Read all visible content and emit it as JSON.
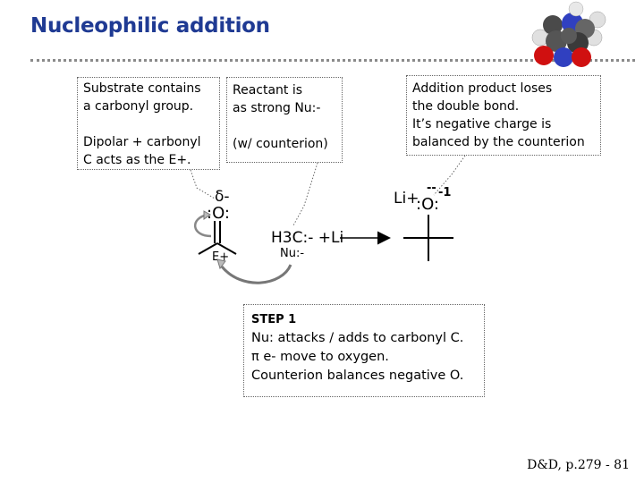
{
  "title": "Nucleophilic addition",
  "callouts": {
    "substrate": [
      "Substrate contains",
      "a carbonyl group."
    ],
    "dipolar": [
      "Dipolar + carbonyl",
      "C acts as the E+."
    ],
    "reactant": [
      "Reactant is",
      "as strong Nu:-"
    ],
    "counterion": "(w/ counterion)",
    "product": [
      "Addition product loses",
      "the double bond.",
      "It’s negative charge is",
      "balanced by the counterion"
    ]
  },
  "chem": {
    "delta": "δ-",
    "carbonyl_o": ":O:",
    "electrophile": "E+",
    "nucleophile": "H3C:- +Li",
    "nu_label": "Nu:-",
    "product_cation": "Li+",
    "product_o": ":O:",
    "product_charge": "-1",
    "product_lone": "--"
  },
  "step": {
    "title": "STEP 1",
    "lines": [
      "Nu: attacks / adds to carbonyl C.",
      "π e- move to oxygen.",
      "Counterion balances negative O."
    ]
  },
  "footer": "D&D, p.279 - 81",
  "colors": {
    "title": "#1f3a93",
    "molecule_carbon": "#555555",
    "molecule_nitrogen": "#3040c0",
    "molecule_oxygen": "#d01010",
    "molecule_hydrogen": "#e8e8e8"
  },
  "icons": {
    "molecule": "space-filling-molecule-icon"
  }
}
